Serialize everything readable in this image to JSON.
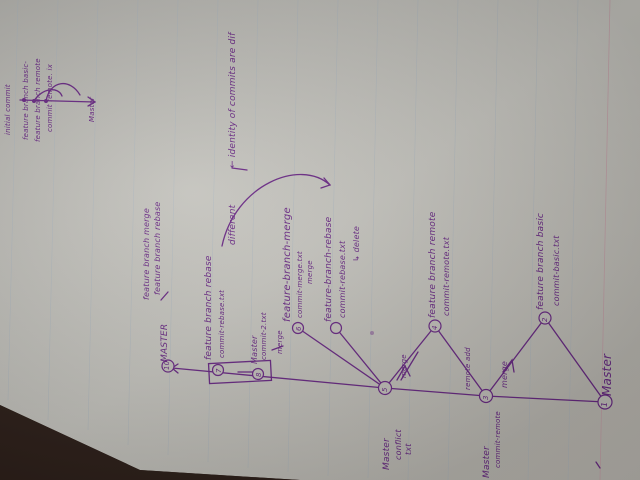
{
  "legend": {
    "line1": "initial commit",
    "line2": "feature branch basic-",
    "line3": "feature branch remote",
    "line4": "commit remote. ix",
    "line5": "Master"
  },
  "identity_note": "← identity of commits are dif",
  "different": "different",
  "top_note": {
    "line1": "feature branch merge",
    "line2": "feature branch rebase"
  },
  "nodes": {
    "n1": "1",
    "n2": "2",
    "n3": "3",
    "n4": "4",
    "n5": "5",
    "n6": "6",
    "n7": "7",
    "n8": "8",
    "n10": "10"
  },
  "labels": {
    "master_top": "MASTER",
    "rebase_name": "feature branch rebase",
    "rebase_file": "commit-rebase.txt",
    "master_commit2_a": "Master",
    "master_commit2_b": "commit-2.txt",
    "merge_name": "feature-branch-merge",
    "merge_file": "commit-merge.txt",
    "merge_sub": "merge",
    "rebase2_name": "feature-branch-rebase",
    "rebase2_file": "commit-rebase.txt",
    "rebase2_delete": "↳ delete",
    "remote_name": "feature branch remote",
    "remote_file": "commit-remote.txt",
    "basic_name": "feature branch basic",
    "basic_file": "commit-basic.txt",
    "master_bottom": "Master",
    "master_conflict_a": "Master",
    "master_conflict_b": "conflict",
    "master_conflict_c": "txt",
    "master_remote_a": "Master",
    "master_remote_b": "commit-remote",
    "merge_edge1": "merge",
    "merge_edge2": "merge",
    "remote_add": "remote add",
    "merge_small": "merge"
  }
}
